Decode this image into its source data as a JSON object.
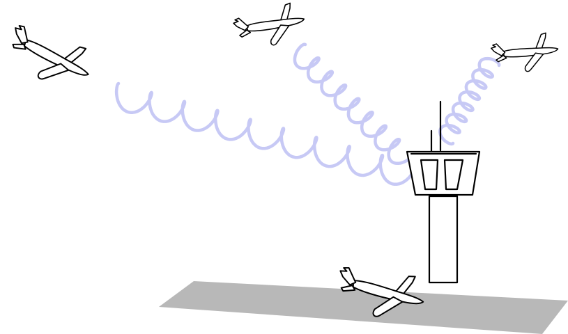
{
  "colors": {
    "background": "#ffffff",
    "runway": "#b8b8b8",
    "radio_wave": "#c4c6f4",
    "outline": "#000000"
  },
  "icons": {
    "aircraft": "airplane-icon",
    "tower": "control-tower-icon"
  },
  "scene": {
    "aircraft_count": 4,
    "airborne_aircraft": 3,
    "grounded_aircraft": 1,
    "radio_links": 3
  }
}
